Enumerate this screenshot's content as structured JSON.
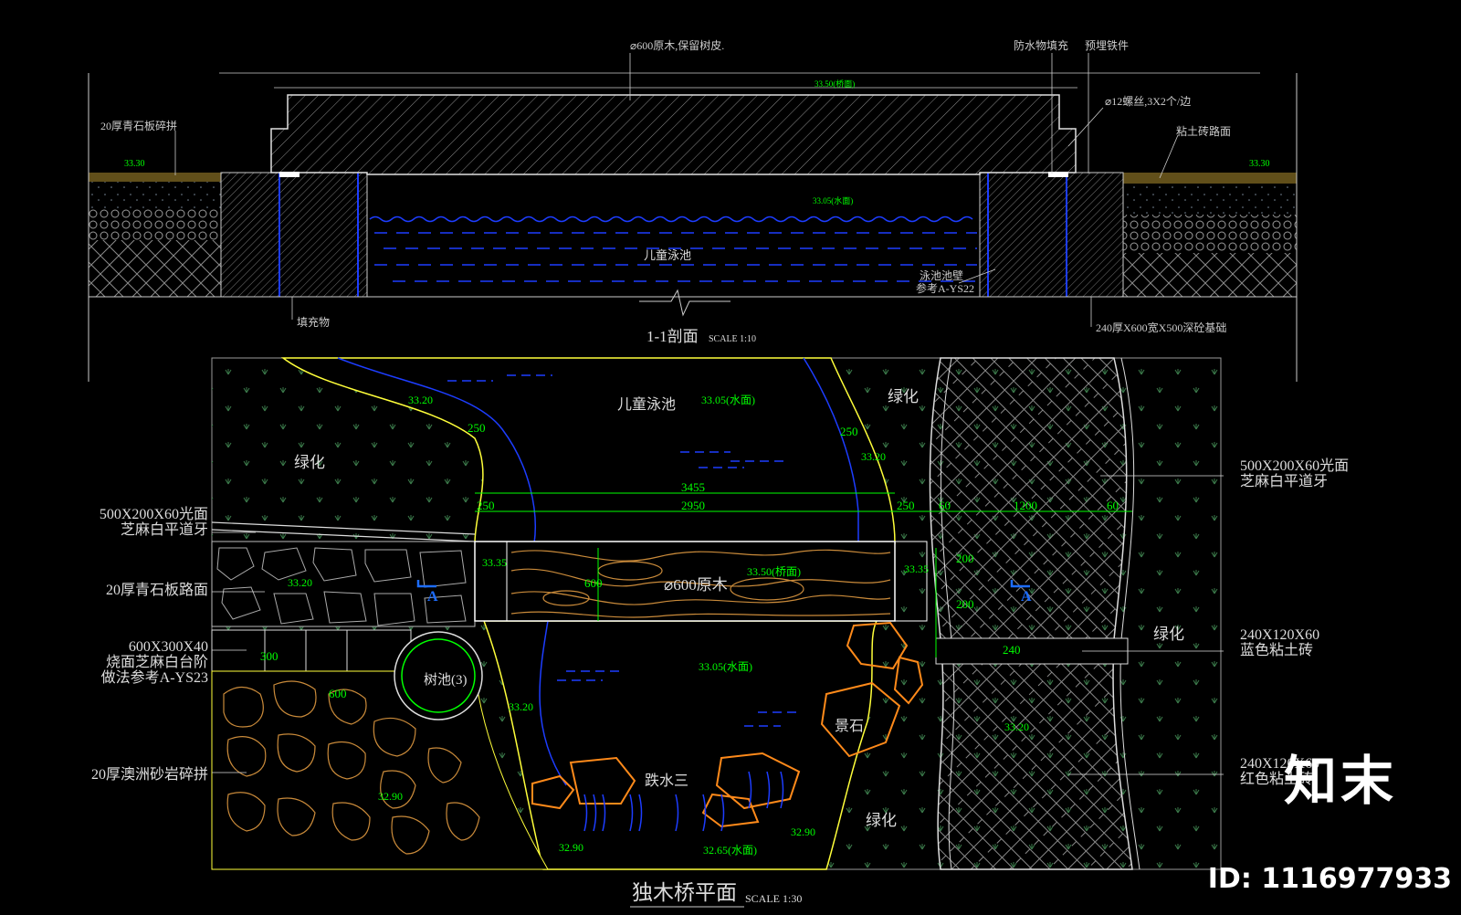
{
  "section": {
    "callouts": {
      "log": "⌀600原木,保留树皮.",
      "waterproof": "防水物填充",
      "embed": "预埋铁件",
      "bolt": "⌀12螺丝,3X2个/边",
      "paving_left": "20厚青石板碎拼",
      "paving_right": "粘土砖路面",
      "filler": "填充物",
      "pool_wall_1": "泳池池壁",
      "pool_wall_2": "参考A-YS22",
      "footing": "240厚X600宽X500深砼基础"
    },
    "levels": {
      "top": "33.50(桥面)",
      "left": "33.30",
      "right": "33.30",
      "water": "33.05(水面)"
    },
    "pool_name": "儿童泳池",
    "title": "1-1剖面",
    "scale": "SCALE 1:10"
  },
  "plan": {
    "zones": {
      "pool": "儿童泳池",
      "green_tl": "绿化",
      "green_tr": "绿化",
      "green_r": "绿化",
      "green_br": "绿化",
      "tree_pit": "树池(3)",
      "rock": "景石",
      "fall": "跌水三",
      "log": "⌀600原木"
    },
    "levels": {
      "pool_water": "33.05(水面)",
      "tl": "33.20",
      "tr": "33.20",
      "left_path": "33.20",
      "bridge_l": "33.35",
      "bridge": "33.50(桥面)",
      "bridge_r": "33.35",
      "lower_water": "33.05(水面)",
      "left_edge": "33.20",
      "bl": "32.90",
      "br_edge": "32.90",
      "bottom_l": "32.90",
      "fall_water": "32.65(水面)",
      "right_path": "33.20"
    },
    "dims": {
      "top": "3455",
      "mid": "2950",
      "left_250": "250",
      "right_250": "250",
      "r60a": "60",
      "r1200": "1200",
      "r60b": "60",
      "depth": "600",
      "step300": "300",
      "step600": "600",
      "v200a": "200",
      "v200b": "200",
      "v240": "240",
      "arc250a": "250",
      "arc250b": "250"
    },
    "labels_left": [
      {
        "lines": [
          "500X200X60光面",
          "芝麻白平道牙"
        ]
      },
      {
        "lines": [
          "20厚青石板路面"
        ]
      },
      {
        "lines": [
          "600X300X40",
          "烧面芝麻白台阶",
          "做法参考A-YS23"
        ]
      },
      {
        "lines": [
          "20厚澳洲砂岩碎拼"
        ]
      }
    ],
    "labels_right": [
      {
        "lines": [
          "500X200X60光面",
          "芝麻白平道牙"
        ]
      },
      {
        "lines": [
          "240X120X60",
          "蓝色粘土砖"
        ]
      },
      {
        "lines": [
          "240X120X60",
          "红色粘土砖"
        ]
      }
    ],
    "section_mark": "A",
    "title": "独木桥平面",
    "scale": "SCALE 1:30"
  },
  "watermark": {
    "logo": "知末",
    "id": "ID: 1116977933"
  },
  "colors": {
    "green": "#00ff00",
    "cyan": "#8de8ff",
    "white": "#ffffff",
    "blue": "#1d3dff",
    "yellow": "#ffff3a",
    "orange": "#ff8a1a",
    "hatch": "#9a9a9a",
    "grass": "#3a7a4a"
  }
}
